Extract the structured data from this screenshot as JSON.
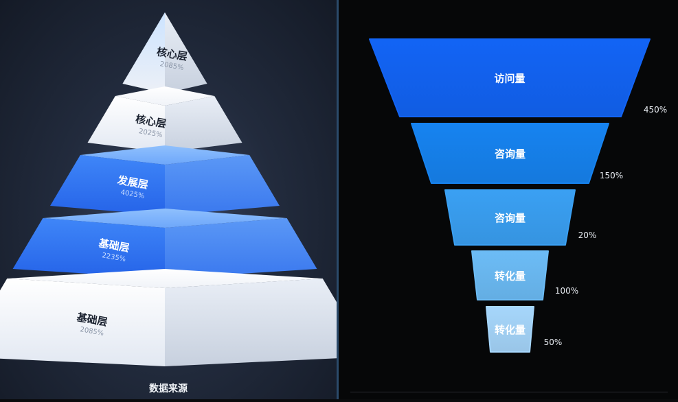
{
  "colors": {
    "blue": "#2f6df2",
    "blue_light": "#4c8df7",
    "white": "#f3f5f9",
    "funnel": [
      "#1264f5",
      "#1683f0",
      "#3aa0f3",
      "#6cbcf6",
      "#a6d6fb"
    ]
  },
  "chart_data": [
    {
      "type": "pyramid",
      "layers": [
        {
          "label": "核心层",
          "value": "2085%",
          "color": "white"
        },
        {
          "label": "核心层",
          "value": "2025%",
          "color": "white"
        },
        {
          "label": "发展层",
          "value": "4025%",
          "color": "blue"
        },
        {
          "label": "基础层",
          "value": "2235%",
          "color": "blue"
        },
        {
          "label": "基础层",
          "value": "2085%",
          "color": "white"
        }
      ],
      "caption": "数据来源"
    },
    {
      "type": "funnel",
      "stages": [
        {
          "label": "访问量",
          "value": "450%"
        },
        {
          "label": "咨询量",
          "value": "150%"
        },
        {
          "label": "咨询量",
          "value": "20%"
        },
        {
          "label": "转化量",
          "value": "100%"
        },
        {
          "label": "转化量",
          "value": "50%"
        }
      ]
    }
  ]
}
